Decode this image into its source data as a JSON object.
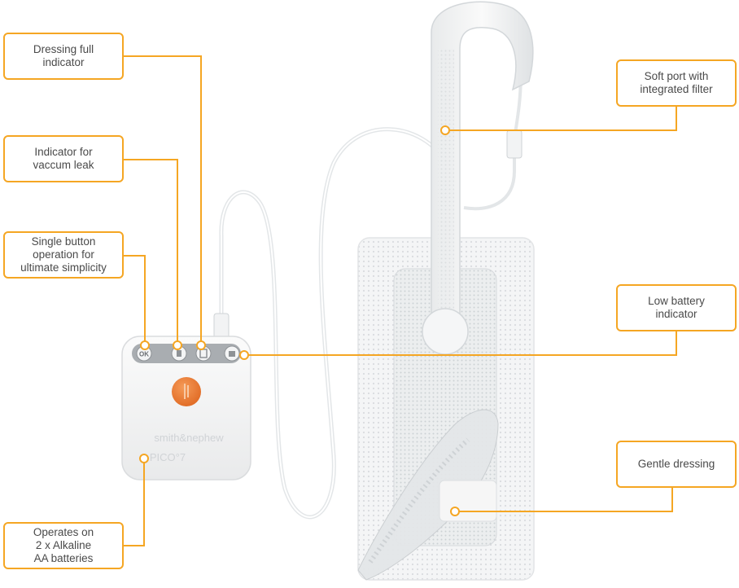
{
  "accent_color": "#F5A623",
  "device_color": "#EE7A33",
  "callouts": {
    "dressing_full": {
      "line1": "Dressing full",
      "line2": "indicator"
    },
    "vacuum_leak": {
      "line1": "Indicator for",
      "line2": "vaccum leak"
    },
    "single_button": {
      "line1": "Single button",
      "line2": "operation for",
      "line3": "ultimate simplicity"
    },
    "batteries": {
      "line1": "Operates on",
      "line2": "2 x Alkaline",
      "line3": "AA batteries"
    },
    "soft_port": {
      "line1": "Soft port with",
      "line2": "integrated filter"
    },
    "low_battery": {
      "line1": "Low battery",
      "line2": "indicator"
    },
    "gentle_dressing": {
      "line1": "Gentle dressing"
    }
  },
  "device": {
    "ok_label": "OK",
    "brand": "smith&nephew",
    "model": "PICO°7"
  }
}
